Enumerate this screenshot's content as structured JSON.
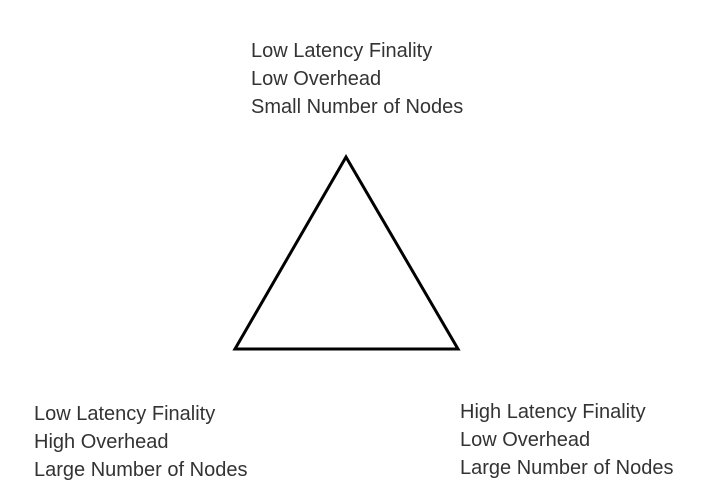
{
  "diagram": {
    "top_vertex": {
      "lines": [
        "Low Latency Finality",
        "Low Overhead",
        "Small Number of Nodes"
      ]
    },
    "bottom_left_vertex": {
      "lines": [
        "Low Latency Finality",
        "High Overhead",
        "Large Number of Nodes"
      ]
    },
    "bottom_right_vertex": {
      "lines": [
        "High Latency Finality",
        "Low Overhead",
        "Large Number of Nodes"
      ]
    },
    "colors": {
      "stroke": "#000000",
      "text": "#333333",
      "background": "#ffffff"
    }
  }
}
